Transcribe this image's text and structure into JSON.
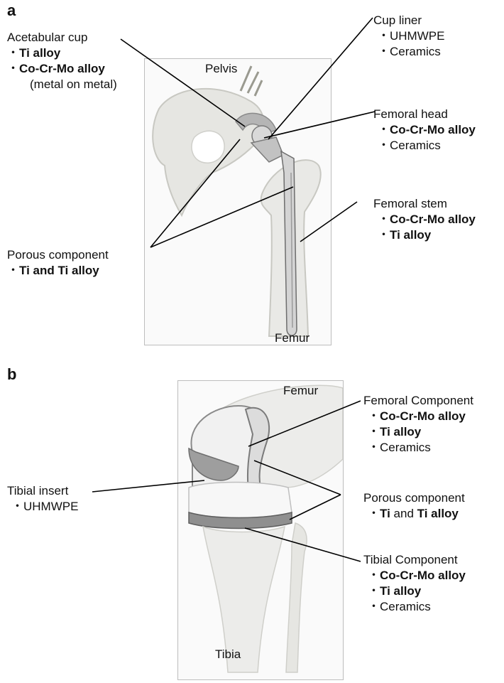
{
  "panel_a": {
    "letter": "a",
    "anatomy": {
      "pelvis": "Pelvis",
      "femur": "Femur"
    },
    "acetabular_cup": {
      "title": "Acetabular cup",
      "items": [
        {
          "bullet": "・",
          "bold": "Ti alloy",
          "rest": ""
        },
        {
          "bullet": "・",
          "bold": "Co-Cr-Mo alloy",
          "rest": ""
        }
      ],
      "note": "(metal on metal)"
    },
    "cup_liner": {
      "title": "Cup liner",
      "items": [
        {
          "bullet": "・",
          "bold": "",
          "rest": "UHMWPE"
        },
        {
          "bullet": "・",
          "bold": "",
          "rest": "Ceramics"
        }
      ]
    },
    "femoral_head": {
      "title": "Femoral head",
      "items": [
        {
          "bullet": "・",
          "bold": "Co-Cr-Mo alloy",
          "rest": ""
        },
        {
          "bullet": "・",
          "bold": "",
          "rest": "Ceramics"
        }
      ]
    },
    "femoral_stem": {
      "title": "Femoral stem",
      "items": [
        {
          "bullet": "・",
          "bold": "Co-Cr-Mo alloy",
          "rest": ""
        },
        {
          "bullet": "・",
          "bold": "Ti alloy",
          "rest": ""
        }
      ]
    },
    "porous_component": {
      "title": "Porous component",
      "items": [
        {
          "bullet": "・",
          "bold": "Ti and Ti alloy",
          "rest": ""
        }
      ]
    }
  },
  "panel_b": {
    "letter": "b",
    "anatomy": {
      "femur": "Femur",
      "tibia": "Tibia"
    },
    "femoral_component": {
      "title": "Femoral Component",
      "items": [
        {
          "bullet": "・",
          "bold": "Co-Cr-Mo alloy",
          "rest": ""
        },
        {
          "bullet": "・",
          "bold": "Ti alloy",
          "rest": ""
        },
        {
          "bullet": "・",
          "bold": "",
          "rest": "Ceramics"
        }
      ]
    },
    "tibial_insert": {
      "title": "Tibial insert",
      "items": [
        {
          "bullet": "・",
          "bold": "",
          "rest": "UHMWPE"
        }
      ]
    },
    "porous_component": {
      "title": "Porous component",
      "ti": "Ti",
      "and": " and ",
      "ti_alloy": "Ti alloy",
      "bullet": "・"
    },
    "tibial_component": {
      "title": "Tibial Component",
      "items": [
        {
          "bullet": "・",
          "bold": "Co-Cr-Mo alloy",
          "rest": ""
        },
        {
          "bullet": "・",
          "bold": "Ti alloy",
          "rest": ""
        },
        {
          "bullet": "・",
          "bold": "",
          "rest": "Ceramics"
        }
      ]
    }
  }
}
